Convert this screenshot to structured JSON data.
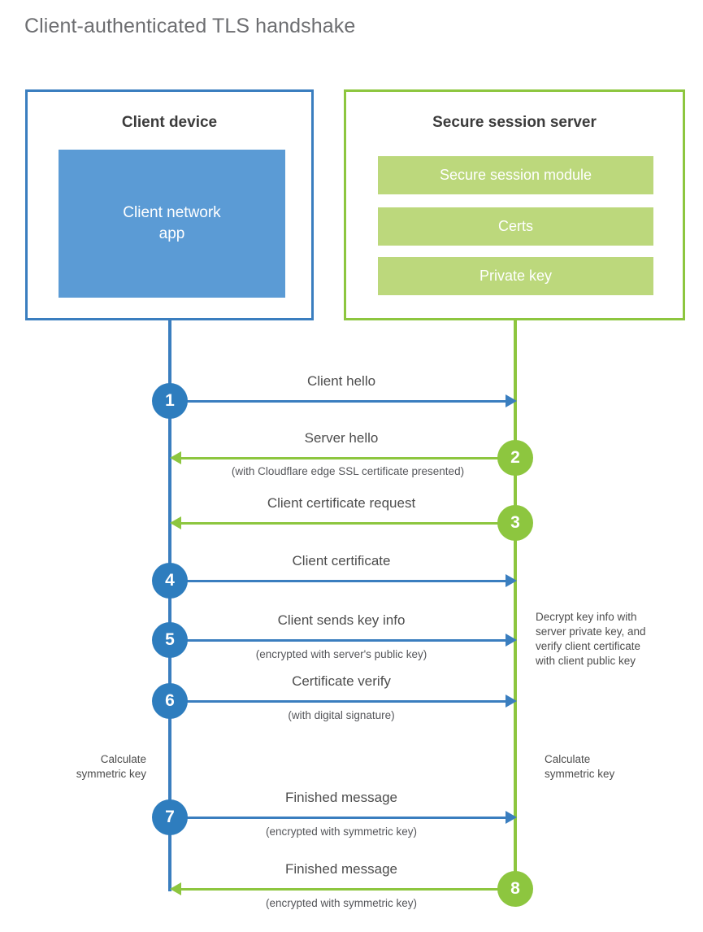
{
  "title": "Client-authenticated TLS handshake",
  "colors": {
    "blue_border": "#3a7ebf",
    "blue_fill": "#5b9bd5",
    "blue_badge": "#2e7dbe",
    "green_border": "#8dc63f",
    "green_fill": "#bcd87c",
    "green_badge": "#8dc63f",
    "title_text": "#6d6e71",
    "body_text": "#4d4d4d"
  },
  "actors": {
    "client": {
      "title": "Client device",
      "app_label": "Client network\napp",
      "app_label_line1": "Client network",
      "app_label_line2": "app"
    },
    "server": {
      "title": "Secure session server",
      "items": [
        {
          "label": "Secure session module"
        },
        {
          "label": "Certs"
        },
        {
          "label": "Private key"
        }
      ]
    }
  },
  "steps": [
    {
      "number": "1",
      "label": "Client hello",
      "sublabel": "",
      "direction": "client-to-server",
      "side": "client",
      "color": "blue"
    },
    {
      "number": "2",
      "label": "Server hello",
      "sublabel": "(with Cloudflare edge SSL certificate presented)",
      "direction": "server-to-client",
      "side": "server",
      "color": "green"
    },
    {
      "number": "3",
      "label": "Client certificate request",
      "sublabel": "",
      "direction": "server-to-client",
      "side": "server",
      "color": "green"
    },
    {
      "number": "4",
      "label": "Client certificate",
      "sublabel": "",
      "direction": "client-to-server",
      "side": "client",
      "color": "blue"
    },
    {
      "number": "5",
      "label": "Client sends key info",
      "sublabel": "(encrypted with server's public key)",
      "direction": "client-to-server",
      "side": "client",
      "color": "blue"
    },
    {
      "number": "6",
      "label": "Certificate verify",
      "sublabel": "(with digital signature)",
      "direction": "client-to-server",
      "side": "client",
      "color": "blue"
    },
    {
      "number": "7",
      "label": "Finished message",
      "sublabel": "(encrypted with symmetric key)",
      "direction": "client-to-server",
      "side": "client",
      "color": "blue"
    },
    {
      "number": "8",
      "label": "Finished message",
      "sublabel": "(encrypted with symmetric key)",
      "direction": "server-to-client",
      "side": "server",
      "color": "green"
    }
  ],
  "notes": {
    "server_decrypt": {
      "line1": "Decrypt key info with",
      "line2": "server private key, and",
      "line3": "verify client certificate",
      "line4": "with client public key"
    },
    "client_calculate": {
      "line1": "Calculate",
      "line2": "symmetric key"
    },
    "server_calculate": {
      "line1": "Calculate",
      "line2": "symmetric key"
    }
  }
}
